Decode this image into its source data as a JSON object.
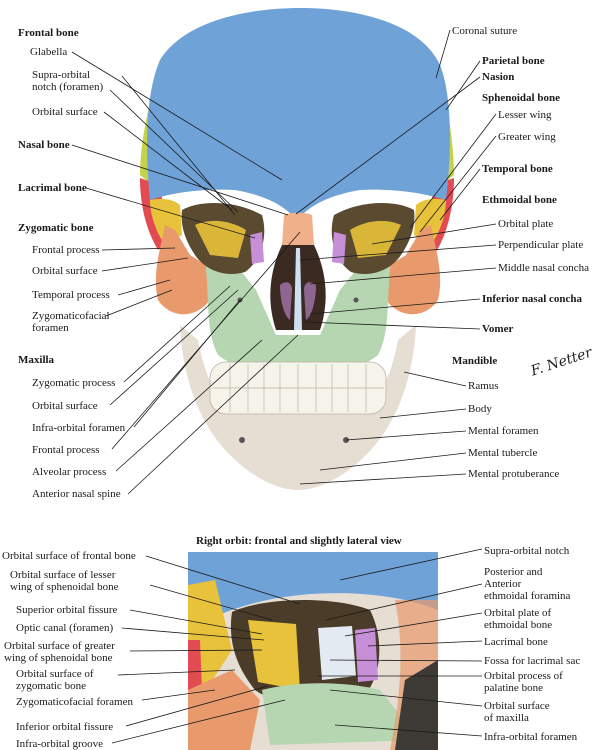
{
  "skull_labels_left": [
    {
      "id": "frontal-bone",
      "text": "Frontal bone",
      "bold": true
    },
    {
      "id": "glabella",
      "text": "Glabella"
    },
    {
      "id": "supraorbital-notch",
      "text": "Supra-orbital\nnotch (foramen)"
    },
    {
      "id": "orbital-surface-1",
      "text": "Orbital surface"
    },
    {
      "id": "nasal-bone",
      "text": "Nasal bone",
      "bold": true
    },
    {
      "id": "lacrimal-bone",
      "text": "Lacrimal bone",
      "bold": true
    },
    {
      "id": "zygomatic-bone",
      "text": "Zygomatic bone",
      "bold": true
    },
    {
      "id": "frontal-process-1",
      "text": "Frontal process"
    },
    {
      "id": "orbital-surface-2",
      "text": "Orbital surface"
    },
    {
      "id": "temporal-process",
      "text": "Temporal process"
    },
    {
      "id": "zygomaticofacial-foramen",
      "text": "Zygomaticofacial\nforamen"
    },
    {
      "id": "maxilla",
      "text": "Maxilla",
      "bold": true
    },
    {
      "id": "zygomatic-process",
      "text": "Zygomatic process"
    },
    {
      "id": "orbital-surface-3",
      "text": "Orbital surface"
    },
    {
      "id": "infraorbital-foramen",
      "text": "Infra-orbital foramen"
    },
    {
      "id": "frontal-process-2",
      "text": "Frontal process"
    },
    {
      "id": "alveolar-process",
      "text": "Alveolar process"
    },
    {
      "id": "anterior-nasal-spine",
      "text": "Anterior nasal spine"
    }
  ],
  "skull_labels_right": [
    {
      "id": "coronal-suture",
      "text": "Coronal suture"
    },
    {
      "id": "parietal-bone",
      "text": "Parietal bone",
      "bold": true
    },
    {
      "id": "nasion",
      "text": "Nasion",
      "bold": true
    },
    {
      "id": "sphenoidal-bone",
      "text": "Sphenoidal bone",
      "bold": true
    },
    {
      "id": "lesser-wing",
      "text": "Lesser wing"
    },
    {
      "id": "greater-wing",
      "text": "Greater wing"
    },
    {
      "id": "temporal-bone",
      "text": "Temporal bone",
      "bold": true
    },
    {
      "id": "ethmoidal-bone",
      "text": "Ethmoidal bone",
      "bold": true
    },
    {
      "id": "orbital-plate",
      "text": "Orbital plate"
    },
    {
      "id": "perpendicular-plate",
      "text": "Perpendicular plate"
    },
    {
      "id": "middle-nasal-concha",
      "text": "Middle nasal concha"
    },
    {
      "id": "inferior-nasal-concha",
      "text": "Inferior nasal concha",
      "bold": true
    },
    {
      "id": "vomer",
      "text": "Vomer",
      "bold": true
    },
    {
      "id": "mandible",
      "text": "Mandible",
      "bold": true
    },
    {
      "id": "ramus",
      "text": "Ramus"
    },
    {
      "id": "body",
      "text": "Body"
    },
    {
      "id": "mental-foramen",
      "text": "Mental foramen"
    },
    {
      "id": "mental-tubercle",
      "text": "Mental tubercle"
    },
    {
      "id": "mental-protuberance",
      "text": "Mental protuberance"
    }
  ],
  "orbit": {
    "title": "Right orbit: frontal and slightly lateral view",
    "labels_left": [
      {
        "id": "o-orbital-surface-frontal",
        "text": "Orbital surface of frontal bone"
      },
      {
        "id": "o-orbital-surface-lesser",
        "text": "Orbital surface of lesser\nwing of sphenoidal bone"
      },
      {
        "id": "o-superior-orbital-fissure",
        "text": "Superior orbital fissure"
      },
      {
        "id": "o-optic-canal",
        "text": "Optic canal (foramen)"
      },
      {
        "id": "o-orbital-surface-greater",
        "text": "Orbital surface of greater\nwing of sphenoidal bone"
      },
      {
        "id": "o-orbital-surface-zygomatic",
        "text": "Orbital surface of\nzygomatic bone"
      },
      {
        "id": "o-zygomaticofacial",
        "text": "Zygomaticofacial foramen"
      },
      {
        "id": "o-inferior-orbital-fissure",
        "text": "Inferior orbital fissure"
      },
      {
        "id": "o-infraorbital-groove",
        "text": "Infra-orbital groove"
      }
    ],
    "labels_right": [
      {
        "id": "o-supraorbital-notch",
        "text": "Supra-orbital notch"
      },
      {
        "id": "o-ethmoidal-foramina",
        "text": "Posterior and\nAnterior\nethmoidal foramina"
      },
      {
        "id": "o-orbital-plate-ethmoid",
        "text": "Orbital plate of\nethmoidal bone"
      },
      {
        "id": "o-lacrimal-bone",
        "text": "Lacrimal bone"
      },
      {
        "id": "o-fossa-lacrimal-sac",
        "text": "Fossa for lacrimal sac"
      },
      {
        "id": "o-orbital-process-palatine",
        "text": "Orbital process of\npalatine bone"
      },
      {
        "id": "o-orbital-surface-maxilla",
        "text": "Orbital surface\nof maxilla"
      },
      {
        "id": "o-infraorbital-foramen",
        "text": "Infra-orbital foramen"
      }
    ]
  },
  "signature": "F. Netter",
  "colors": {
    "frontal": "#6fa3d8",
    "parietal": "#c6d34a",
    "sphenoid": "#e8c23a",
    "temporal": "#e34b52",
    "zygomatic": "#e89a6c",
    "maxilla": "#b5d6b0",
    "mandible": "#e6ded2",
    "nasal": "#f0b08a",
    "ethmoid": "#cfe0f0",
    "lacrimal": "#c78fd8",
    "line": "#1a1a1a"
  }
}
